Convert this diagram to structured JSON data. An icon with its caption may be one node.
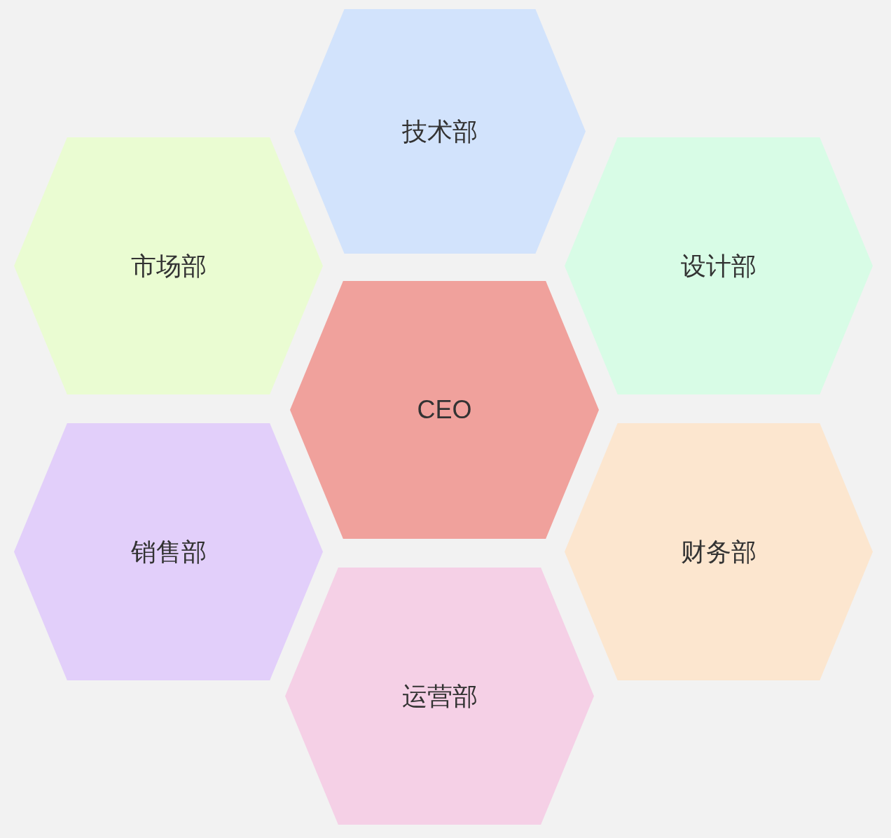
{
  "diagram": {
    "nodes": [
      {
        "text": [
          "技术部"
        ]
      },
      {
        "text": [
          "市场部"
        ]
      },
      {
        "text": [
          "设计部"
        ]
      },
      {
        "text": [
          "CEO"
        ]
      },
      {
        "text": [
          "销售部"
        ]
      },
      {
        "text": [
          "财务部"
        ]
      },
      {
        "text": [
          "运营部"
        ]
      }
    ]
  }
}
